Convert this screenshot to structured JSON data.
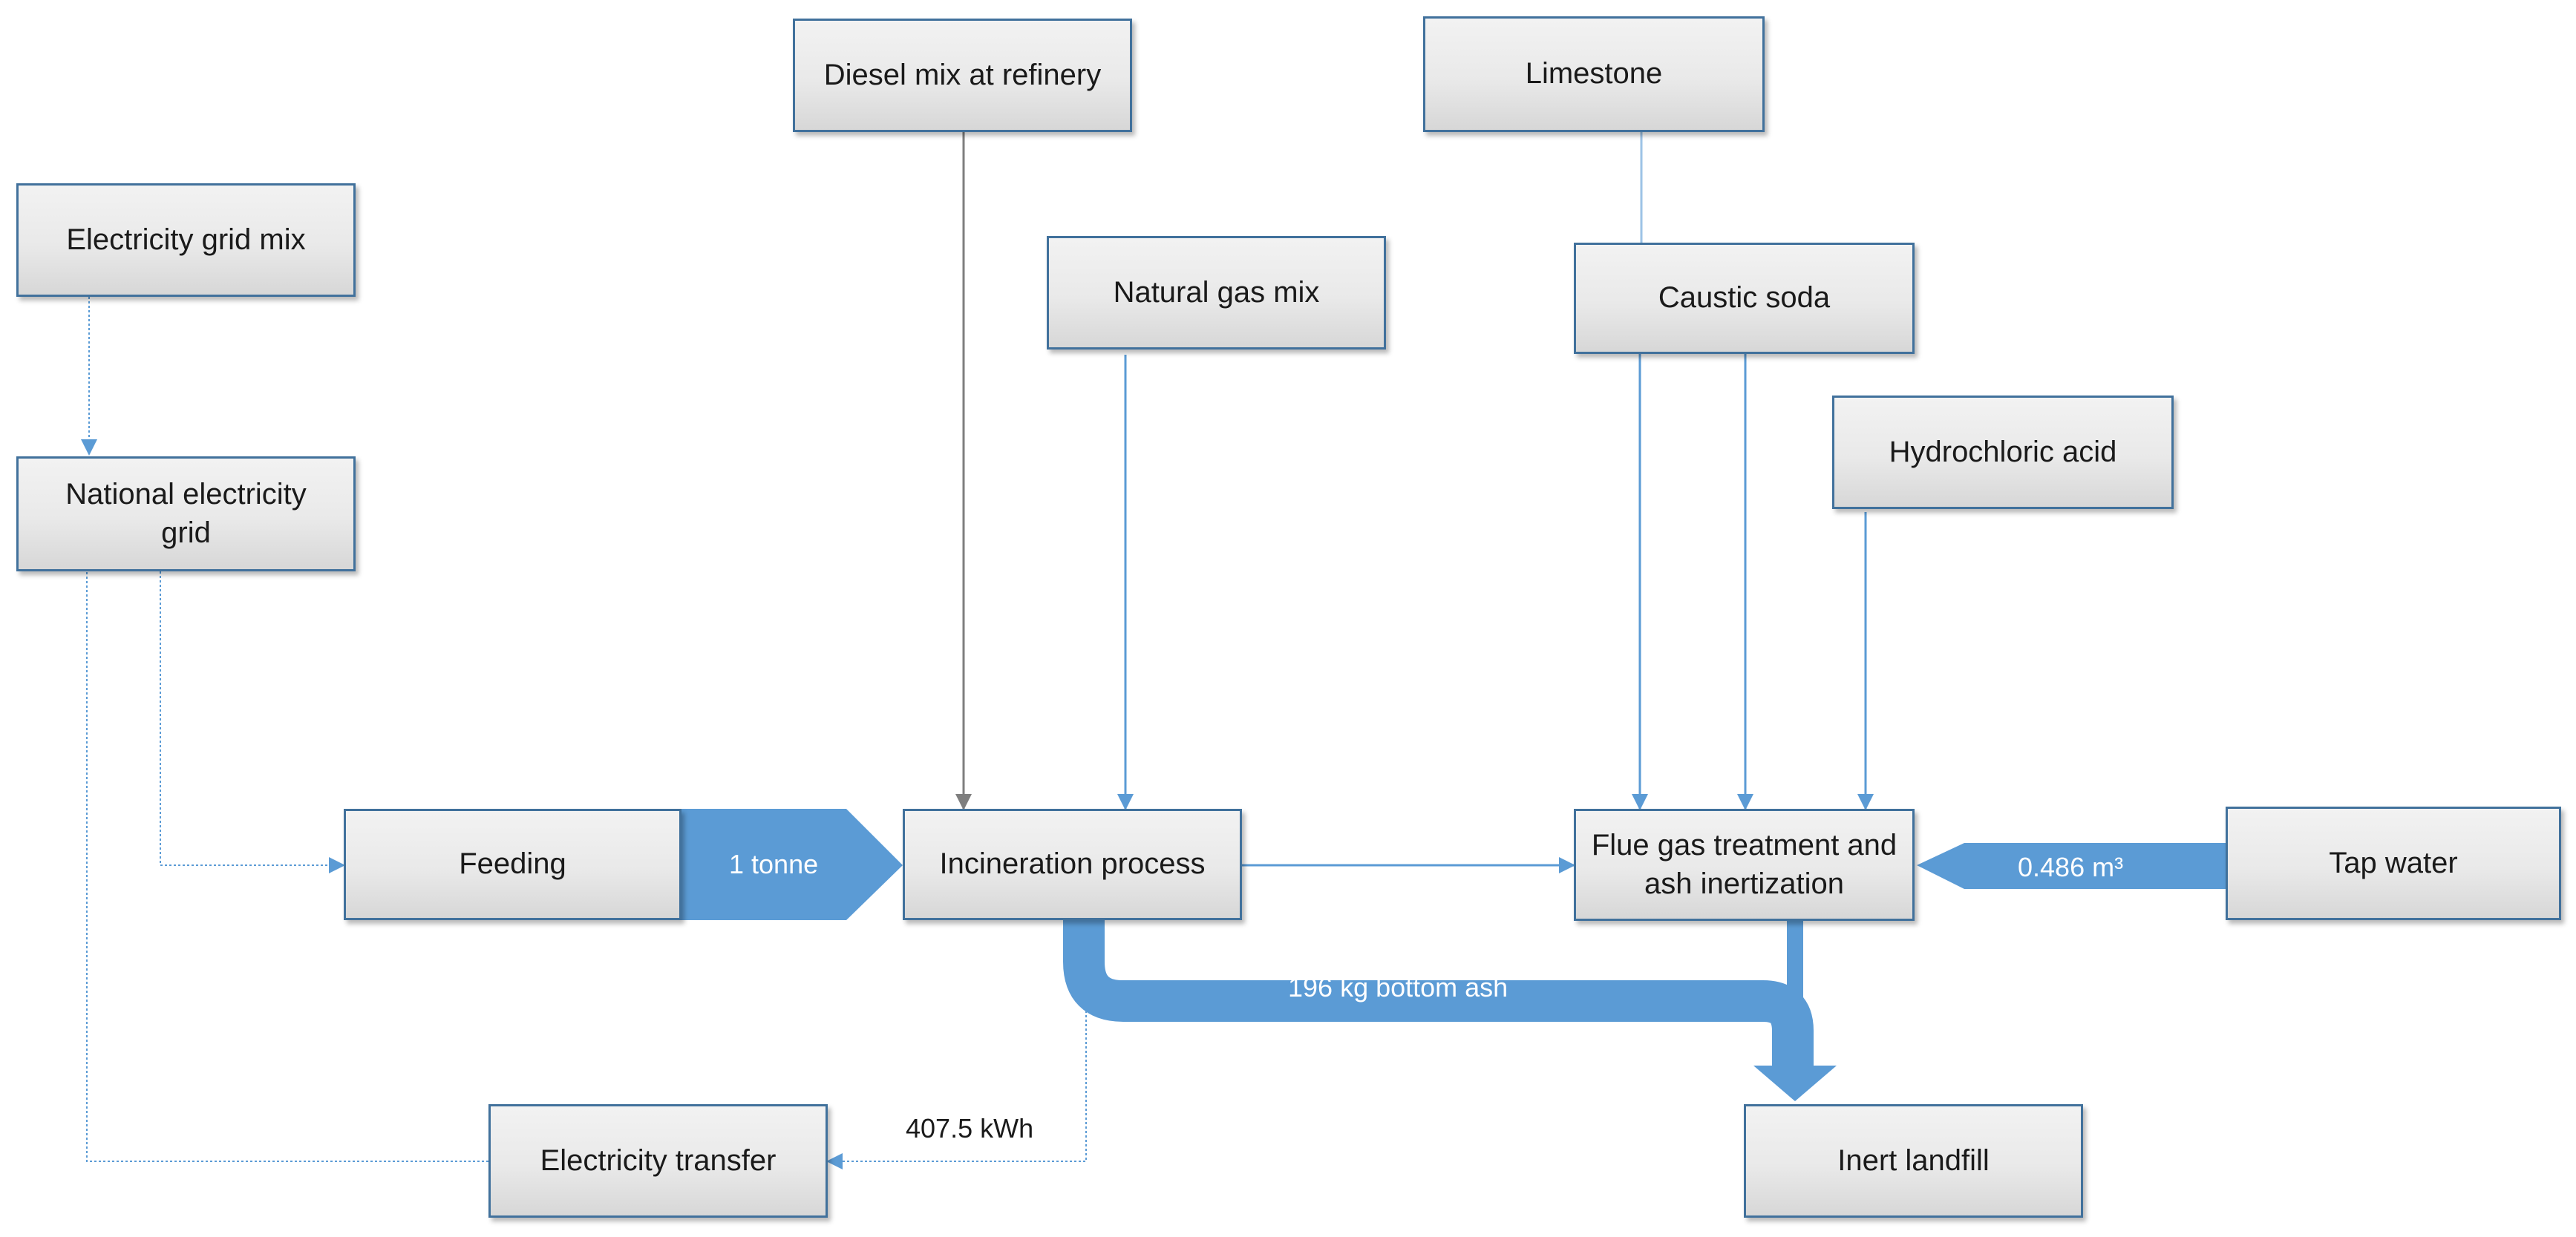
{
  "nodes": {
    "diesel": "Diesel mix at refinery",
    "limestone": "Limestone",
    "electricity_grid_mix": "Electricity grid mix",
    "natural_gas": "Natural gas mix",
    "caustic_soda": "Caustic soda",
    "hydrochloric_acid": "Hydrochloric acid",
    "national_grid": "National electricity grid",
    "feeding": "Feeding",
    "incineration": "Incineration process",
    "flue_gas": "Flue gas treatment and ash inertization",
    "tap_water": "Tap water",
    "electricity_transfer": "Electricity transfer",
    "inert_landfill": "Inert landfill"
  },
  "flows": {
    "feeding_to_incineration": "1 tonne",
    "tap_water_to_flue_gas": "0.486 m³",
    "bottom_ash": "196 kg bottom ash",
    "electricity_output": "407.5 kWh"
  },
  "colors": {
    "box_border": "#41719c",
    "flow_blue": "#5b9bd5",
    "grey_line": "#7f7f7f"
  }
}
